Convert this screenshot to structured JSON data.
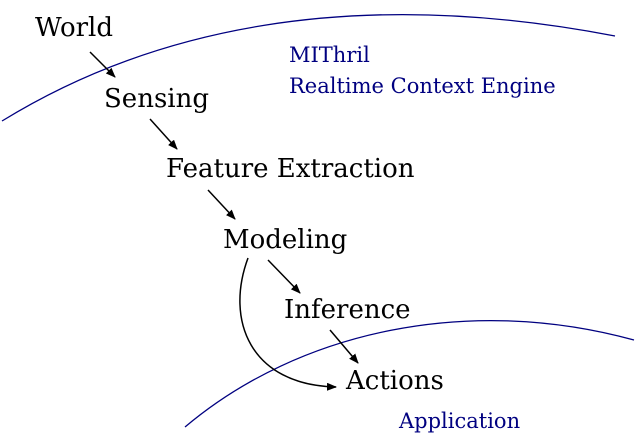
{
  "stages": {
    "world": "World",
    "sensing": "Sensing",
    "feature_extraction": "Feature Extraction",
    "modeling": "Modeling",
    "inference": "Inference",
    "actions": "Actions"
  },
  "regions": {
    "engine_line1": "MIThril",
    "engine_line2": "Realtime Context Engine",
    "application": "Application"
  },
  "colors": {
    "region_label": "#000080",
    "region_boundary": "#000080",
    "arrow": "#000000"
  }
}
